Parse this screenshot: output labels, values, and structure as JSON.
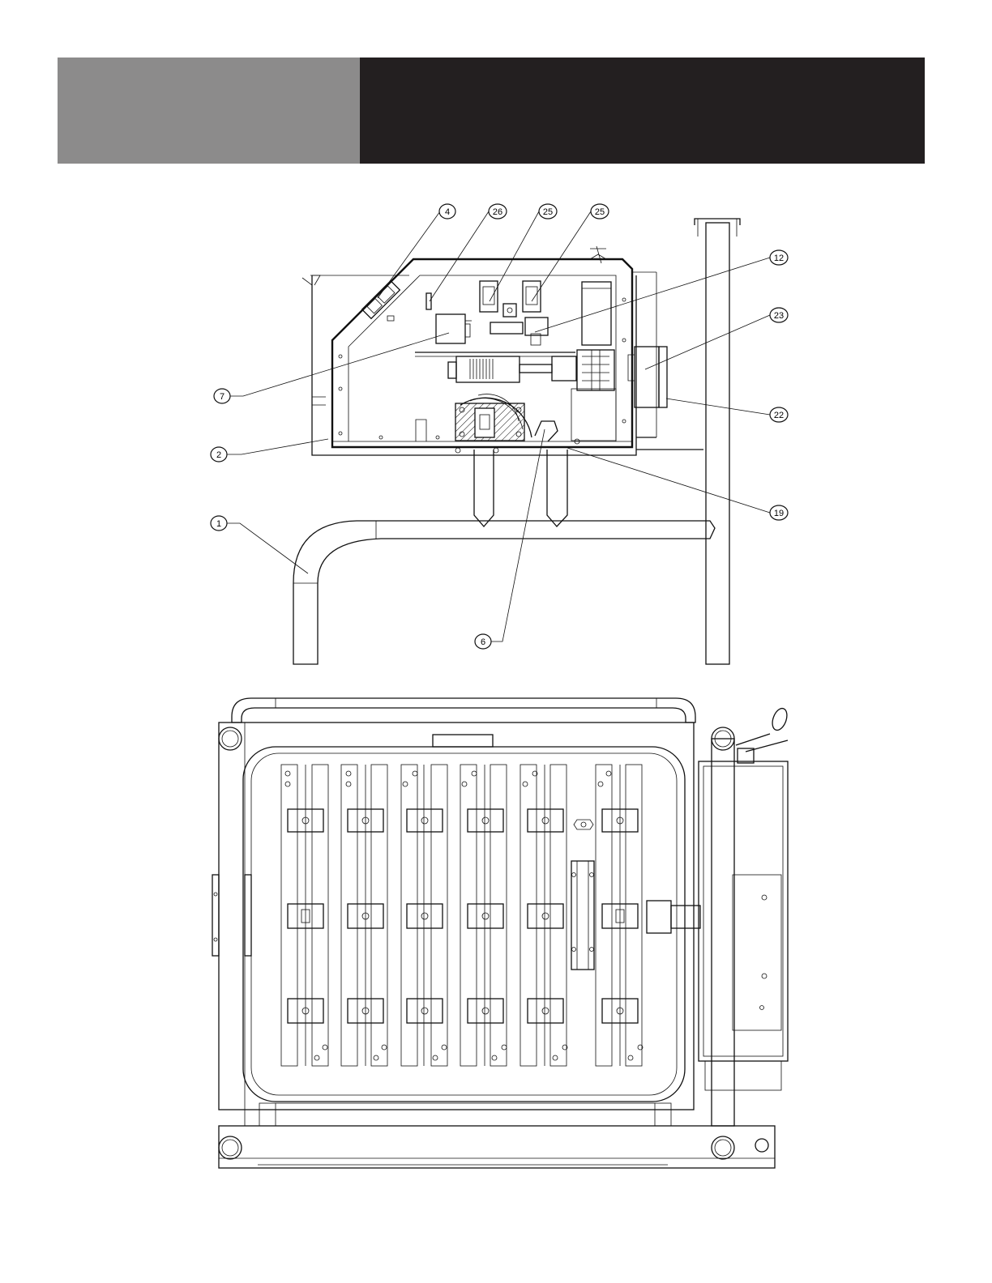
{
  "header": {
    "left_color": "#8c8b8b",
    "right_color": "#231f20"
  },
  "callouts": [
    {
      "id": "c4",
      "label": "4"
    },
    {
      "id": "c26",
      "label": "26"
    },
    {
      "id": "c25a",
      "label": "25"
    },
    {
      "id": "c25b",
      "label": "25"
    },
    {
      "id": "c12",
      "label": "12"
    },
    {
      "id": "c23",
      "label": "23"
    },
    {
      "id": "c7",
      "label": "7"
    },
    {
      "id": "c22",
      "label": "22"
    },
    {
      "id": "c2",
      "label": "2"
    },
    {
      "id": "c19",
      "label": "19"
    },
    {
      "id": "c1",
      "label": "1"
    },
    {
      "id": "c6",
      "label": "6"
    }
  ]
}
